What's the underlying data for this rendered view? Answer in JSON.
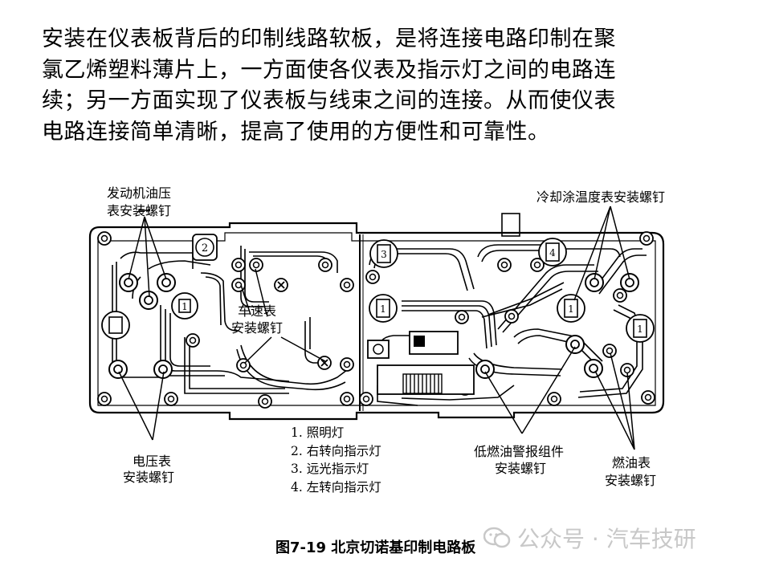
{
  "paragraph": {
    "lines": [
      "安装在仪表板背后的印制线路软板，是将连接电路印制在聚",
      "氯乙烯塑料薄片上，一方面使各仪表及指示灯之间的电路连",
      "续；另一方面实现了仪表板与线束之间的连接。从而使仪表",
      "电路连接简单清晰，提高了使用的方便性和可靠性。"
    ]
  },
  "labels": {
    "oil_pressure": [
      "发动机油压",
      "表安装螺钉"
    ],
    "coolant_temp": "冷却涂温度表安装螺钉",
    "speedometer": [
      "车速表",
      "安装螺钉"
    ],
    "voltmeter": [
      "电压表",
      "安装螺钉"
    ],
    "low_fuel": [
      "低燃油警报组件",
      "安装螺钉"
    ],
    "fuel_gauge": [
      "燃油表",
      "安装螺钉"
    ]
  },
  "bulb_numbers": [
    "2",
    "1",
    "3",
    "1",
    "4",
    "1",
    "1"
  ],
  "legend": [
    "1. 照明灯",
    "2. 右转向指示灯",
    "3.  远光指示灯",
    "4. 左转向指示灯"
  ],
  "caption": "图7-19 北京切诺基印制电路板",
  "watermark": "公众号 · 汽车技研"
}
